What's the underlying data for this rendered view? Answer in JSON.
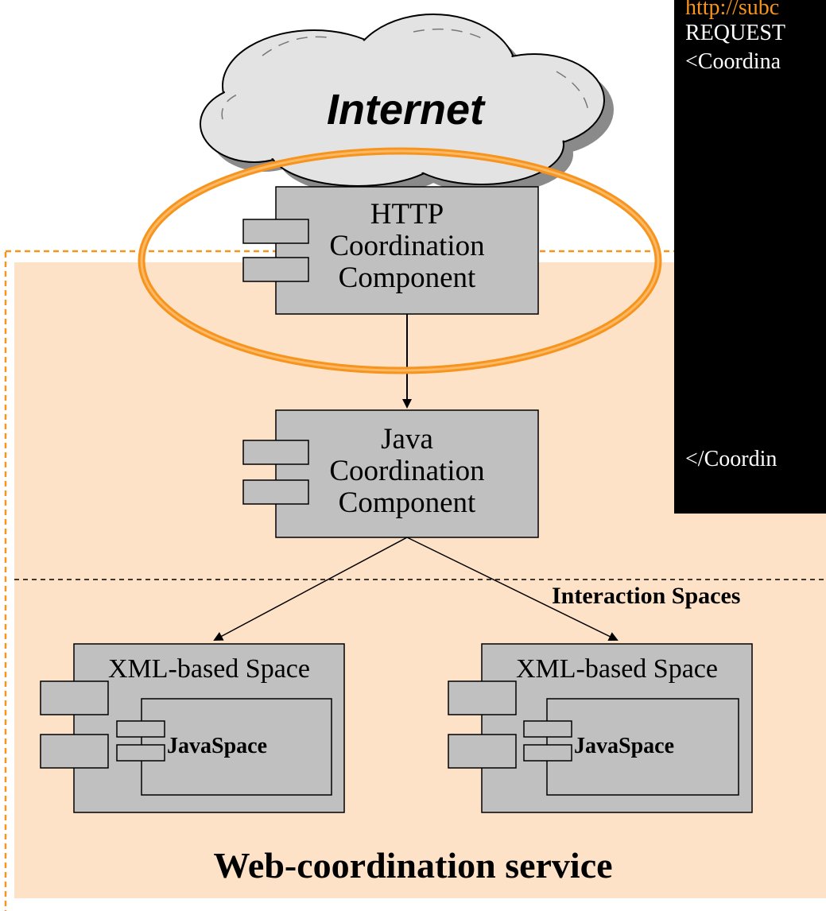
{
  "cloud": {
    "label": "Internet"
  },
  "components": {
    "http": {
      "lines": [
        "HTTP",
        "Coordination",
        "Component"
      ]
    },
    "java": {
      "lines": [
        "Java",
        "Coordination",
        "Component"
      ]
    }
  },
  "spaces": {
    "left": {
      "title": "XML-based Space",
      "inner": "JavaSpace"
    },
    "right": {
      "title": "XML-based Space",
      "inner": "JavaSpace"
    }
  },
  "regions": {
    "interaction_label": "Interaction Spaces",
    "service_label": "Web-coordination service"
  },
  "code_panel": {
    "lines": [
      {
        "text": "http://subc",
        "color": "#f7941d"
      },
      {
        "text": "REQUEST",
        "color": "#ffffff"
      },
      {
        "text": "<Coordina",
        "color": "#ffffff"
      },
      {
        "text": "</Coordin",
        "color": "#ffffff"
      }
    ]
  },
  "colors": {
    "service_fill": "#fde2c8",
    "component_fill": "#c0c0c0",
    "highlight_ring": "#f7941d",
    "dashed_border": "#f7941d"
  }
}
